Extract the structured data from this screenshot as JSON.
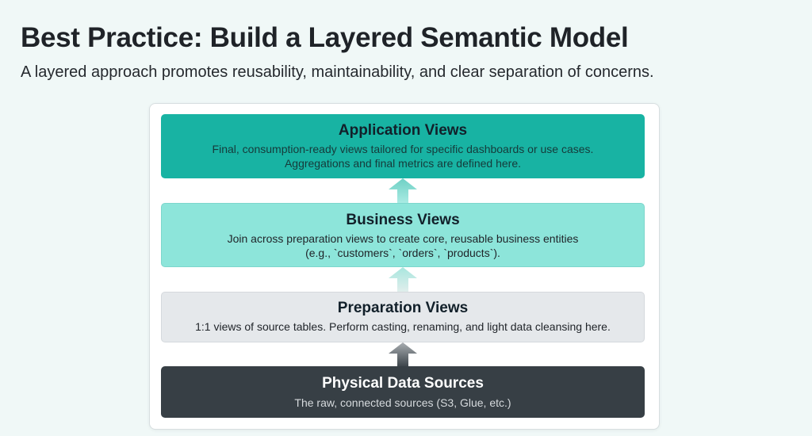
{
  "header": {
    "title": "Best Practice: Build a Layered Semantic Model",
    "subtitle": "A layered approach promotes reusability, maintainability, and clear separation of concerns."
  },
  "layers": [
    {
      "title": "Application Views",
      "lines": [
        "Final, consumption-ready views tailored for specific dashboards or use cases.",
        "Aggregations and final metrics are defined here."
      ],
      "color": "#18b3a3"
    },
    {
      "title": "Business Views",
      "lines": [
        "Join across preparation views to create core, reusable business entities",
        "(e.g., `customers`, `orders`, `products`)."
      ],
      "color": "#8de5da"
    },
    {
      "title": "Preparation Views",
      "lines": [
        "1:1 views of source tables. Perform casting, renaming, and light data cleansing here."
      ],
      "color": "#e5e8eb"
    },
    {
      "title": "Physical Data Sources",
      "lines": [
        "The raw, connected sources (S3, Glue, etc.)"
      ],
      "color": "#373f45"
    }
  ]
}
